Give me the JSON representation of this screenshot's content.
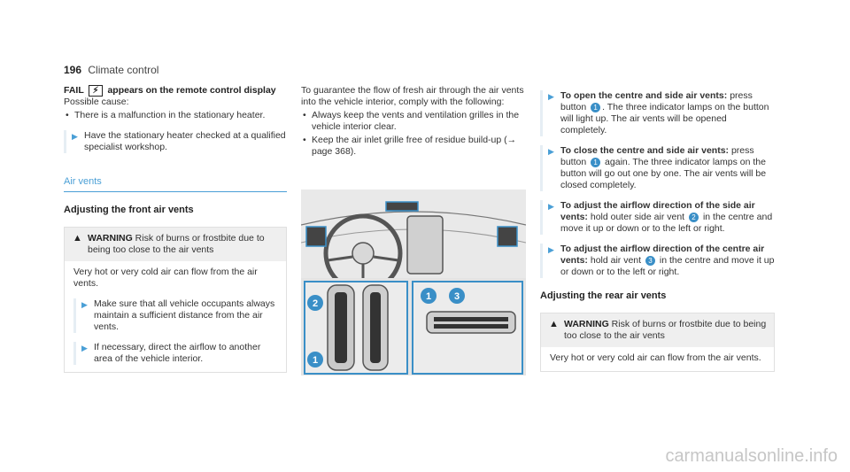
{
  "header": {
    "page_number": "196",
    "section": "Climate control"
  },
  "col1": {
    "fault_prefix": "FAIL",
    "fault_symbol": "⚡︎",
    "fault_suffix": "appears on the remote control display",
    "possible_cause_label": "Possible cause:",
    "causes": [
      "There is a malfunction in the stationary heater."
    ],
    "step1": "Have the stationary heater checked at a qualified specialist workshop.",
    "section_title": "Air vents",
    "subheading": "Adjusting the front air vents",
    "warning": {
      "label": "WARNING",
      "text": "Risk of burns or frostbite due to being too close to the air vents",
      "body": "Very hot or very cold air can flow from the air vents.",
      "steps": [
        "Make sure that all vehicle occupants always maintain a sufficient distance from the air vents.",
        "If necessary, direct the airflow to another area of the vehicle interior."
      ]
    }
  },
  "col2": {
    "intro": "To guarantee the flow of fresh air through the air vents into the vehicle interior, comply with the following:",
    "bullets": [
      "Always keep the vents and ventilation grilles in the vehicle interior clear.",
      "Keep the air inlet grille free of residue build-up (→ page 368)."
    ],
    "figure_labels": [
      "1",
      "2",
      "3"
    ]
  },
  "col3": {
    "steps": [
      {
        "head": "To open the centre and side air vents:",
        "text": "press button",
        "ref": "1",
        "tail": ". The three indicator lamps on the button will light up. The air vents will be opened completely."
      },
      {
        "head": "To close the centre and side air vents:",
        "text": "press button",
        "ref": "1",
        "tail": "again. The three indicator lamps on the button will go out one by one. The air vents will be closed completely."
      },
      {
        "head": "To adjust the airflow direction of the side air vents:",
        "text": "hold outer side air vent",
        "ref": "2",
        "tail": "in the centre and move it up or down or to the left or right."
      },
      {
        "head": "To adjust the airflow direction of the centre air vents:",
        "text": "hold air vent",
        "ref": "3",
        "tail": "in the centre and move it up or down or to the left or right."
      }
    ],
    "subheading": "Adjusting the rear air vents",
    "warning": {
      "label": "WARNING",
      "text": "Risk of burns or frostbite due to being too close to the air vents",
      "body": "Very hot or very cold air can flow from the air vents."
    }
  },
  "watermark": "carmanualsonline.info"
}
